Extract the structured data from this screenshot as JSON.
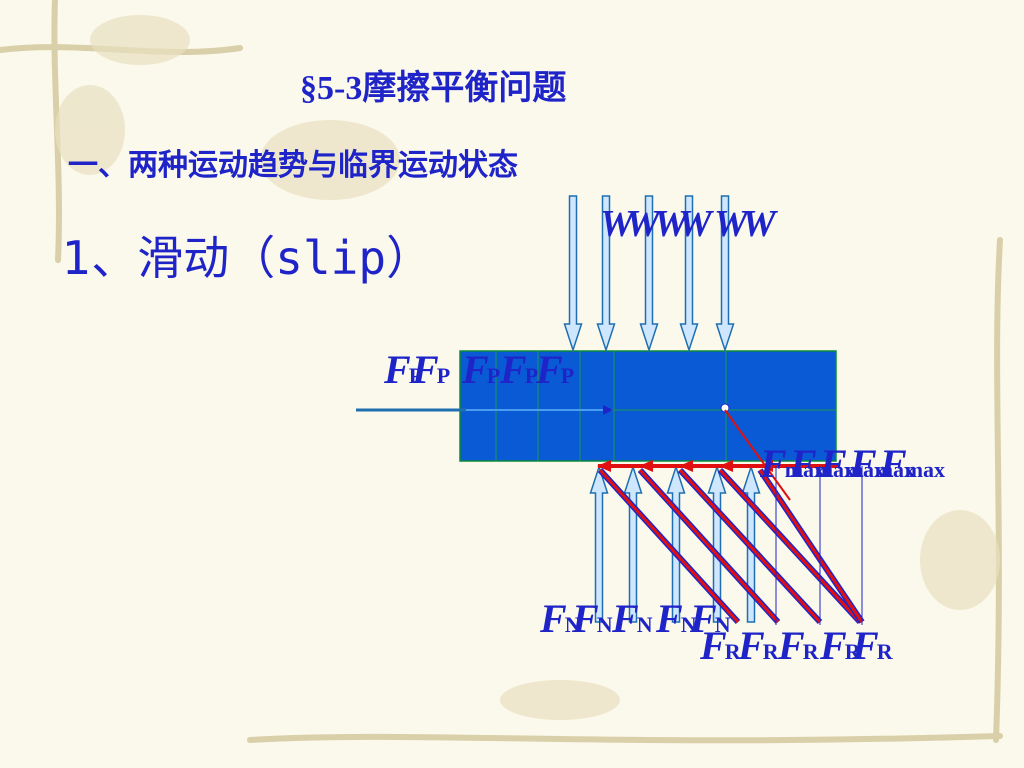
{
  "slide": {
    "title": "§5-3摩擦平衡问题",
    "subtitle": "一、两种运动趋势与临界运动状态",
    "heading_prefix": "1、滑动（",
    "heading_word": "slip",
    "heading_suffix": "）"
  },
  "diagram": {
    "labels": {
      "weight": "W",
      "push_force": "F",
      "push_force_sub": "P",
      "friction": "F",
      "friction_sub": "max",
      "normal": "F",
      "normal_sub": "N",
      "resultant": "F",
      "resultant_sub": "R"
    },
    "colors": {
      "block_fill": "#0a5ad6",
      "block_edge": "#0a8a3a",
      "arrow_blue": "#1f24c8",
      "arrow_light": "#cfe6ff",
      "friction_red": "#e01010",
      "text_blue": "#1f24c8"
    }
  }
}
